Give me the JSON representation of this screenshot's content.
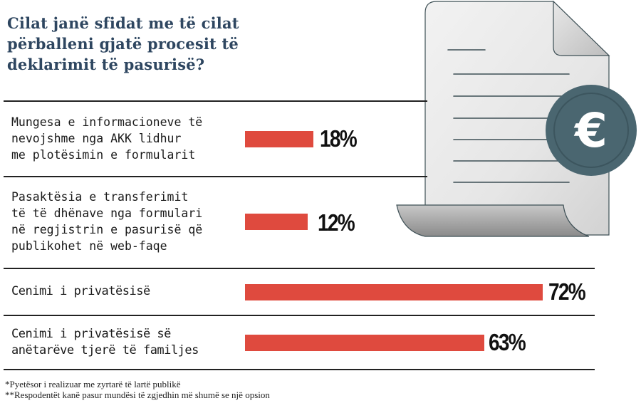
{
  "title": "Cilat janë sfidat me të cilat\npërballeni gjatë procesit të\ndeklarimit të pasurisë?",
  "illustration": {
    "icon": "document-with-euro-coin-icon",
    "coin_color": "#4a6670",
    "symbol": "€"
  },
  "colors": {
    "title": "#2e4660",
    "bar": "#df4a3e",
    "text": "#1a1a1a"
  },
  "rows": [
    {
      "label": "Mungesa e informacioneve të\nnevojshme nga AKK lidhur\nme plotësimin e formularit",
      "value": "18%"
    },
    {
      "label": "Pasaktësia e transferimit\ntë të dhënave nga formulari\nnë regjistrin e pasurisë që\npublikohet në web-faqe",
      "value": "12%"
    },
    {
      "label": "Cenimi i privatësisë",
      "value": "72%"
    },
    {
      "label": "Cenimi i privatësisë së\nanëtarëve tjerë të familjes",
      "value": "63%"
    }
  ],
  "footnotes": [
    "*Pyetësor i realizuar me zyrtarë të lartë publikë",
    "**Respodentët kanë pasur mundësi të zgjedhin më shumë se një opsion"
  ],
  "chart_data": {
    "type": "bar",
    "orientation": "horizontal",
    "title": "Cilat janë sfidat me të cilat përballeni gjatë procesit të deklarimit të pasurisë?",
    "categories": [
      "Mungesa e informacioneve të nevojshme nga AKK lidhur me plotësimin e formularit",
      "Pasaktësia e transferimit të të dhënave nga formulari në regjistrin e pasurisë që publikohet në web-faqe",
      "Cenimi i privatësisë",
      "Cenimi i privatësisë së anëtarëve tjerë të familjes"
    ],
    "values": [
      18,
      12,
      72,
      63
    ],
    "unit": "%",
    "xlabel": "",
    "ylabel": "",
    "grid": false,
    "legend": null,
    "annotations": [
      "*Pyetësor i realizuar me zyrtarë të lartë publikë",
      "**Respodentët kanë pasur mundësi të zgjedhin më shumë se një opsion"
    ]
  }
}
